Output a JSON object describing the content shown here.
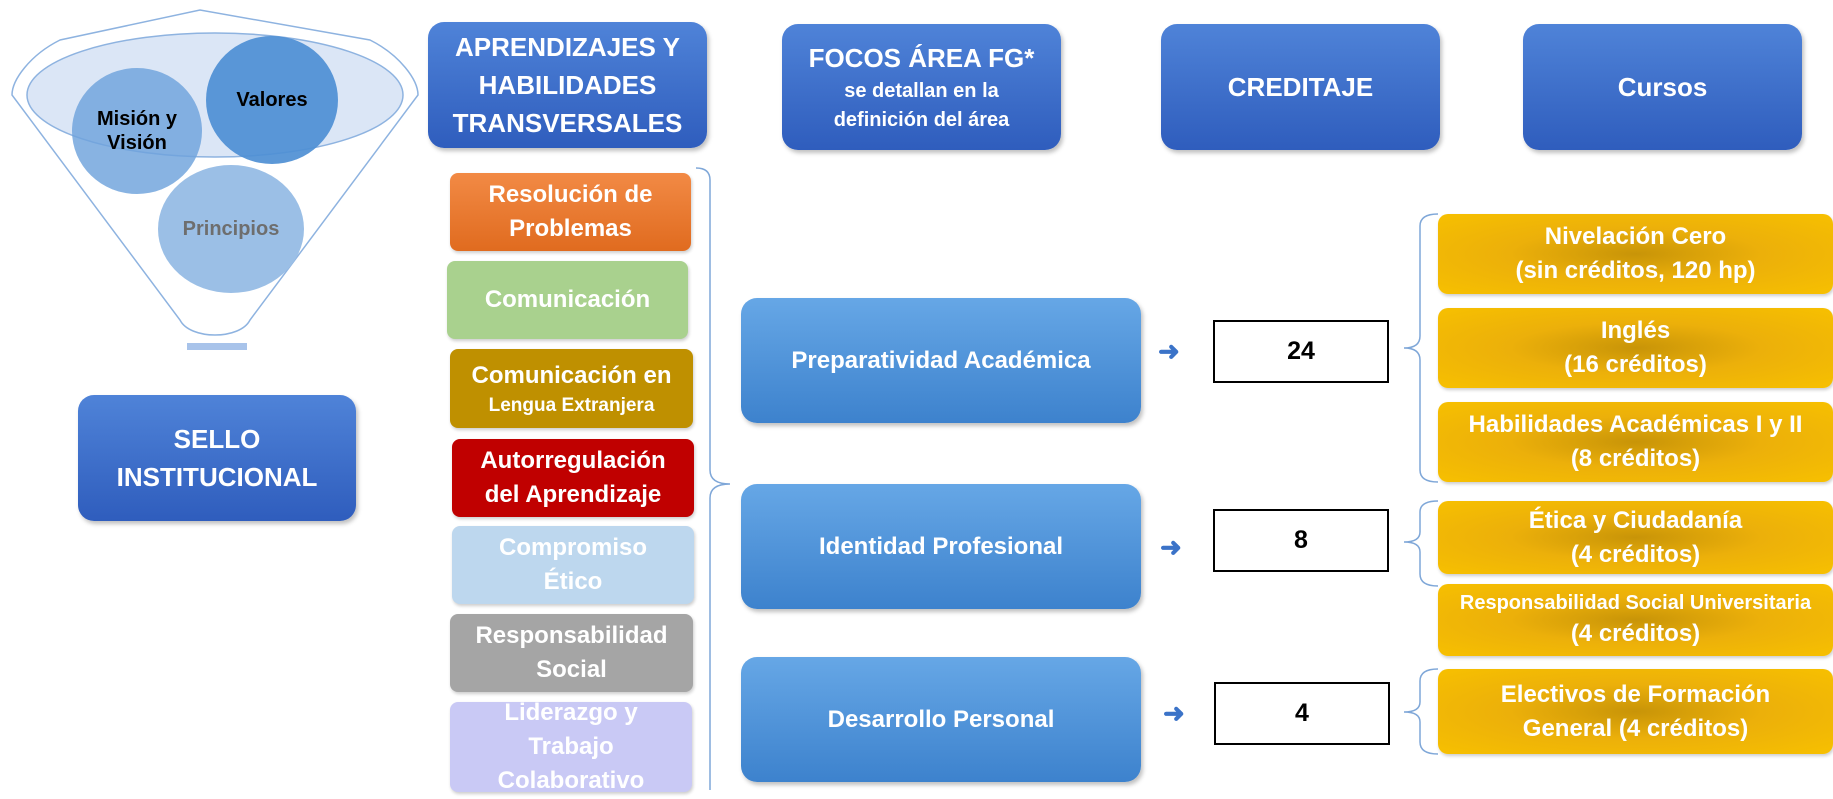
{
  "funnel": {
    "mision": "Misión y Visión",
    "valores": "Valores",
    "principios": "Principios"
  },
  "sello": {
    "line1": "SELLO",
    "line2": "INSTITUCIONAL"
  },
  "headers": {
    "aprendizajes": [
      "APRENDIZAJES Y",
      "HABILIDADES",
      "TRANSVERSALES"
    ],
    "focos_title": "FOCOS ÁREA FG*",
    "focos_sub": [
      "se detallan en la",
      "definición del área"
    ],
    "creditaje": "CREDITAJE",
    "cursos": "Cursos"
  },
  "skills": [
    {
      "lines": [
        "Resolución de",
        "Problemas"
      ],
      "color": "#ed7d31"
    },
    {
      "lines": [
        "Comunicación"
      ],
      "color": "#a9d18e"
    },
    {
      "lines": [
        "Comunicación en"
      ],
      "small": "Lengua Extranjera",
      "color": "#bf9000"
    },
    {
      "lines": [
        "Autorregulación",
        "del Aprendizaje"
      ],
      "color": "#c00000"
    },
    {
      "lines": [
        "Compromiso",
        "Ético"
      ],
      "color": "#bdd7ee"
    },
    {
      "lines": [
        "Responsabilidad",
        "Social"
      ],
      "color": "#a5a5a5"
    },
    {
      "lines": [
        "Liderazgo y",
        "Trabajo",
        "Colaborativo"
      ],
      "color": "#c9c9f5"
    }
  ],
  "focos": [
    {
      "label": "Preparatividad Académica",
      "credits": "24"
    },
    {
      "label": "Identidad Profesional",
      "credits": "8"
    },
    {
      "label": "Desarrollo Personal",
      "credits": "4"
    }
  ],
  "courses": [
    [
      "Nivelación Cero",
      "(sin créditos, 120 hp)"
    ],
    [
      "Inglés",
      "(16 créditos)"
    ],
    [
      "Habilidades Académicas I y II",
      "(8 créditos)"
    ],
    [
      "Ética y Ciudadanía",
      "(4 créditos)"
    ],
    [
      "Responsabilidad Social Universitaria",
      "(4 créditos)"
    ],
    [
      "Electivos de Formación",
      "General (4 créditos)"
    ]
  ],
  "colors": {
    "header_blue": "#3a68c8",
    "focus_blue": "#5597dc",
    "course_gold": "#f2b800",
    "connector": "#7fa7d8"
  },
  "icons": {
    "focus_arrow": "right-arrow-icon",
    "funnel_arrow": "down-arrow-icon"
  }
}
